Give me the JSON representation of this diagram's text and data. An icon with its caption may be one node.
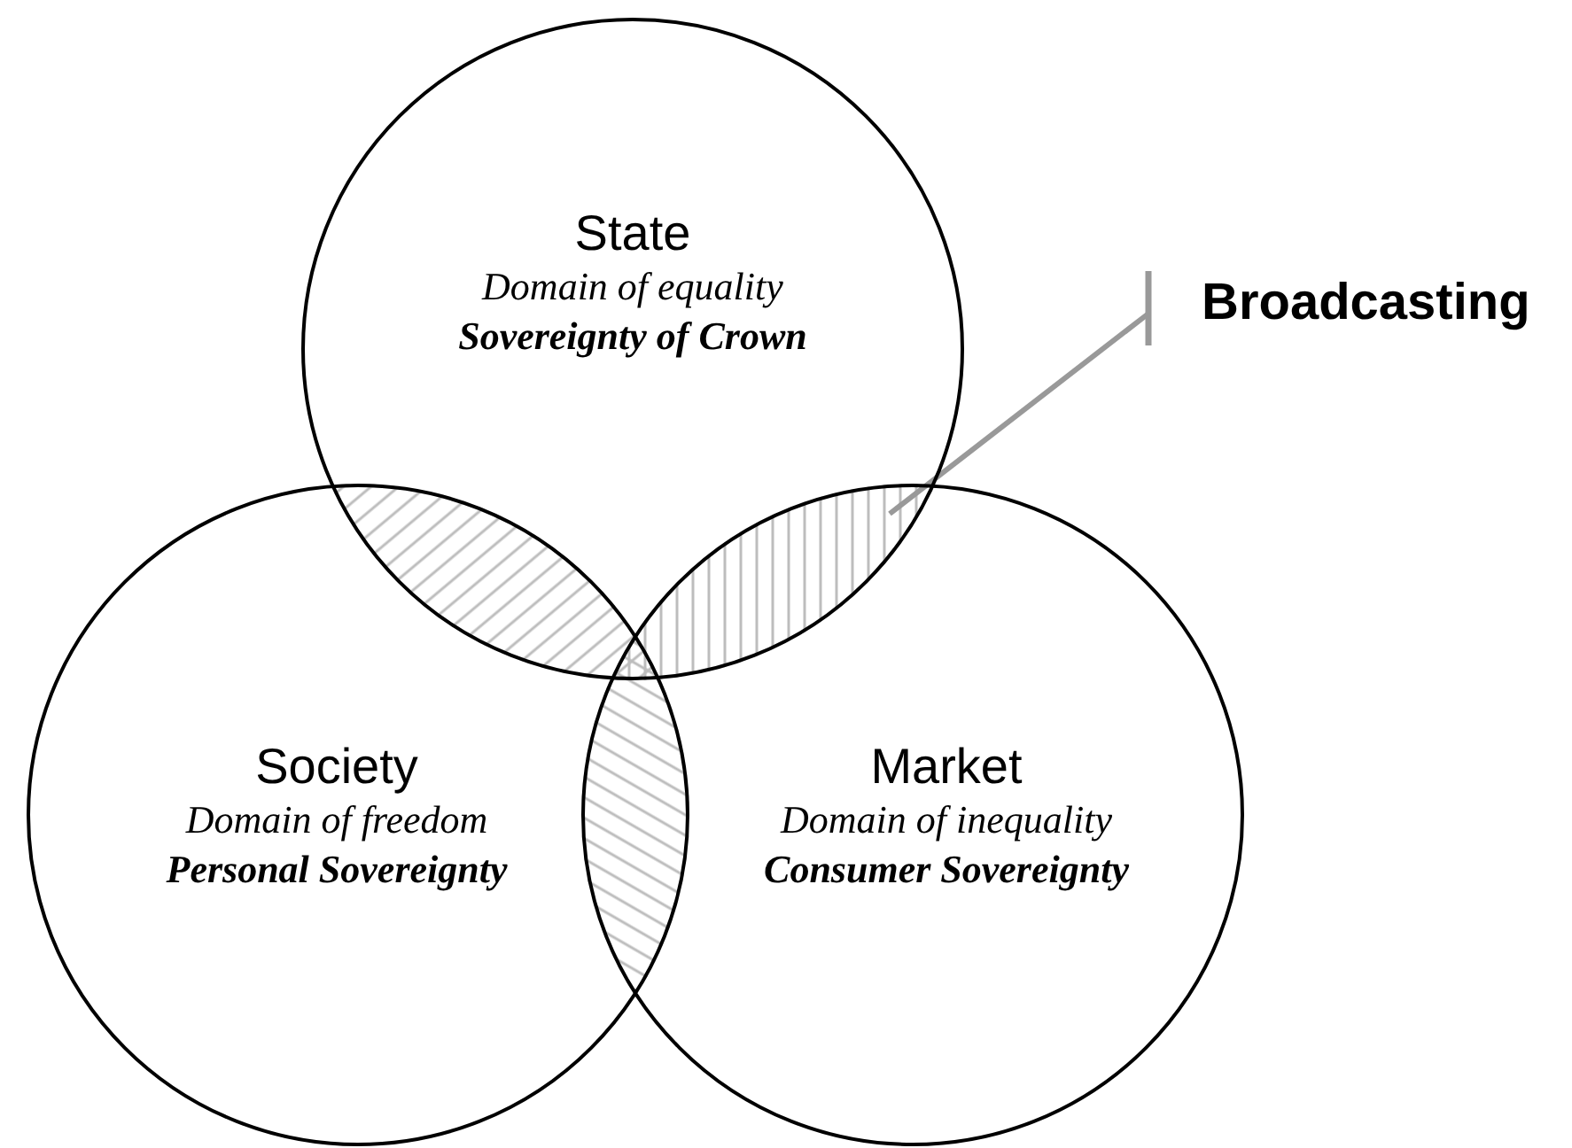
{
  "diagram": {
    "nodes": [
      {
        "text": [
          "State",
          "Domain of equality",
          "Sovereignty of Crown"
        ]
      },
      {
        "text": [
          "Society",
          "Domain of freedom",
          "Personal Sovereignty"
        ]
      },
      {
        "text": [
          "Market",
          "Domain of inequality",
          "Consumer Sovereignty"
        ]
      },
      {
        "text": [
          "Broadcasting"
        ]
      },
      {
        "text": [],
        "shape": "lens"
      },
      {
        "text": [],
        "shape": "lens"
      },
      {
        "text": [],
        "shape": "lens"
      }
    ],
    "edges": [
      {
        "from": 3,
        "to": 5,
        "arrow": "other"
      }
    ]
  }
}
